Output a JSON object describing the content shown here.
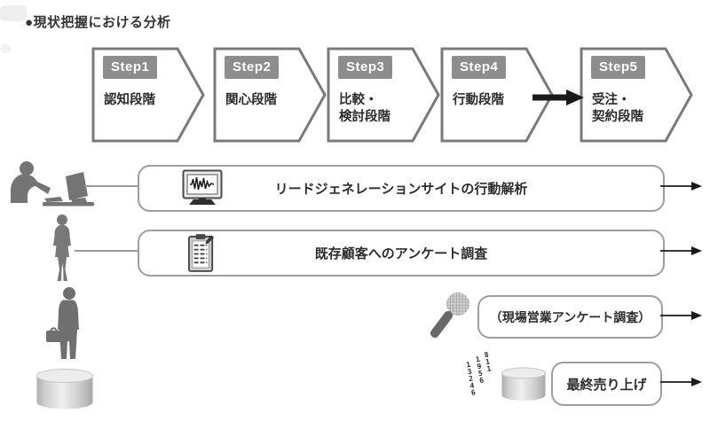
{
  "title": "●現状把握における分析",
  "steps": [
    {
      "label": "Step1",
      "stage": "認知段階"
    },
    {
      "label": "Step2",
      "stage": "関心段階"
    },
    {
      "label": "Step3",
      "stage": "比較・\n検討段階"
    },
    {
      "label": "Step4",
      "stage": "行動段階"
    },
    {
      "label": "Step5",
      "stage": "受注・\n契約段階"
    }
  ],
  "rows": [
    {
      "icon": "monitor-waveform-icon",
      "label": "リードジェネレーションサイトの行動解析"
    },
    {
      "icon": "clipboard-survey-icon",
      "label": "既存顧客へのアンケート調査"
    },
    {
      "icon": "microphone-icon",
      "label": "（現場営業アンケート調査）"
    },
    {
      "icon": "database-cylinder-icon",
      "label": "最終売り上げ"
    }
  ],
  "decor": {
    "digit_columns": [
      "811",
      "1956",
      "13246"
    ]
  },
  "colors": {
    "chevron_border": "#7a7a7a",
    "step_label_bg": "#8d8d8d",
    "box_border": "#9e9e9e",
    "arrow": "#1a1a1a",
    "silhouette": "#747474"
  }
}
